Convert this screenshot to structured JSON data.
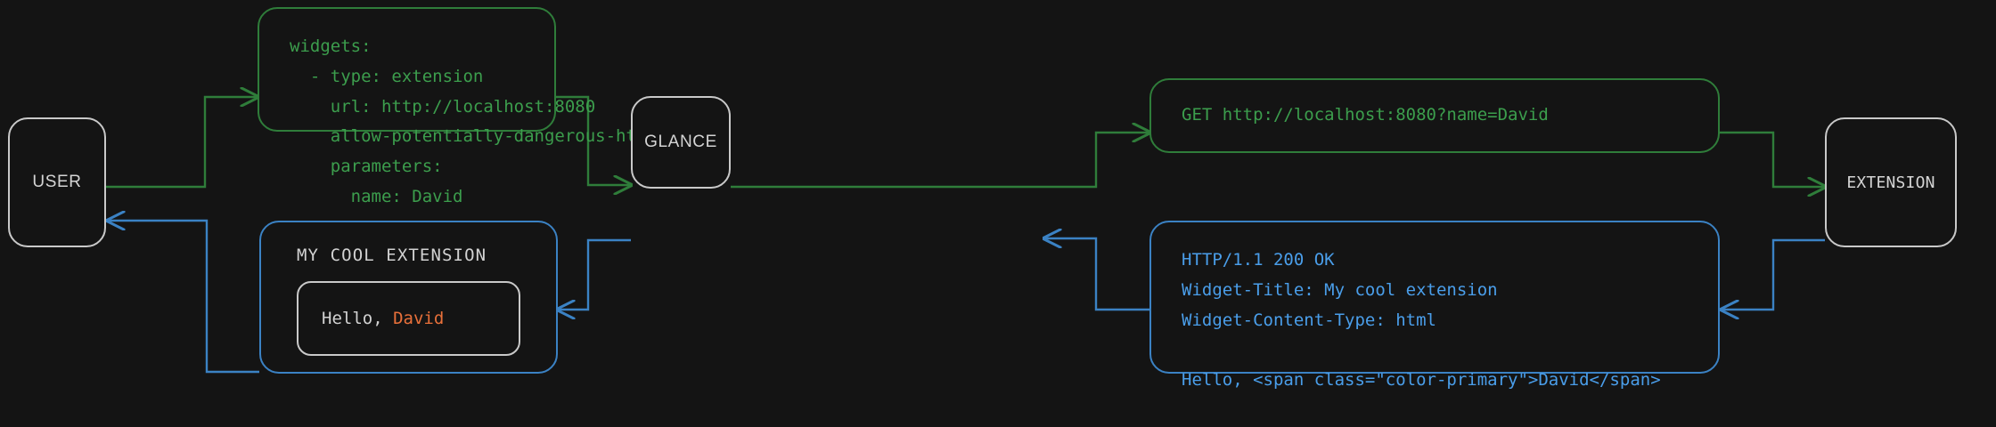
{
  "diagram": {
    "background_color": "#141414",
    "colors": {
      "request_green": "#2f7d3a",
      "response_blue": "#3b82c4",
      "node_border": "#c9c9c9",
      "accent_orange": "#e8703a",
      "code_green": "#3c9e4d",
      "code_blue": "#4a9eea",
      "text_gray": "#d2d2d2"
    }
  },
  "nodes": {
    "user": {
      "label": "USER"
    },
    "glance": {
      "label": "GLANCE"
    },
    "extension": {
      "label": "EXTENSION"
    }
  },
  "panels": {
    "config": {
      "code": "widgets:\n  - type: extension\n    url: http://localhost:8080\n    allow-potentially-dangerous-html: true\n    parameters:\n      name: David"
    },
    "request": {
      "code": "GET http://localhost:8080?name=David"
    },
    "response": {
      "code": "HTTP/1.1 200 OK\nWidget-Title: My cool extension\nWidget-Content-Type: html\n\nHello, <span class=\"color-primary\">David</span>"
    }
  },
  "widget": {
    "title": "MY COOL EXTENSION",
    "greeting": "Hello, ",
    "name": "David"
  }
}
